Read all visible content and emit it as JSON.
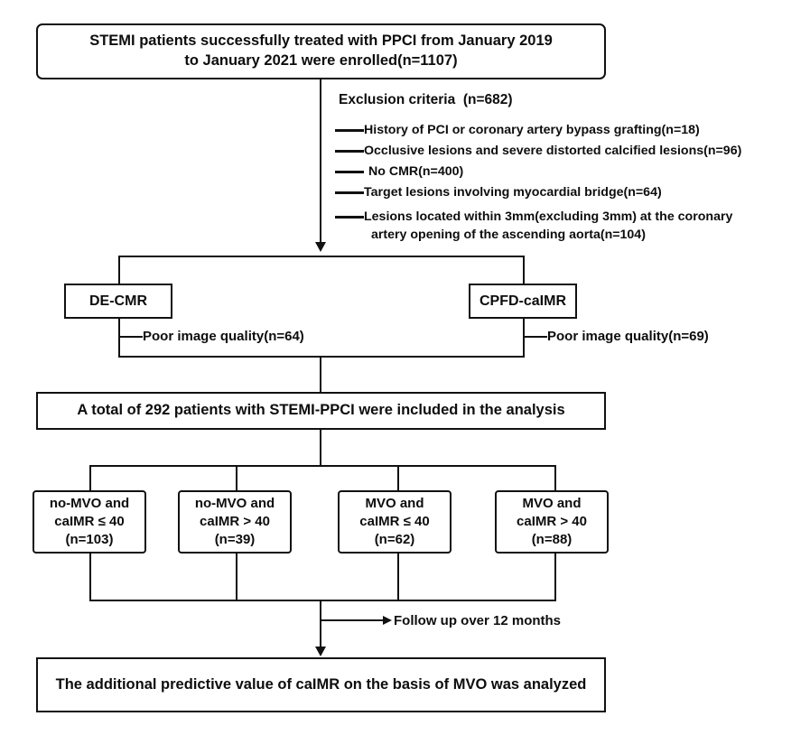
{
  "diagram": {
    "title": "STEMI-PPCI patient enrollment and analysis flowchart",
    "colors": {
      "line": "#111111",
      "text": "#0d0d0d",
      "background": "#ffffff"
    },
    "enrollment_box": {
      "line1": "STEMI patients successfully treated with PPCI from January 2019",
      "line2": "to January 2021 were enrolled(n=1107)"
    },
    "exclusion": {
      "title": "Exclusion criteria  (n=682)",
      "items": [
        {
          "line1": "History of PCI or coronary artery bypass grafting(n=18)",
          "line2": ""
        },
        {
          "line1": "Occlusive lesions and severe distorted calcified lesions(n=96)",
          "line2": ""
        },
        {
          "line1": "No CMR(n=400)",
          "line2": ""
        },
        {
          "line1": "Target lesions involving myocardial bridge(n=64)",
          "line2": ""
        },
        {
          "line1": "Lesions located within 3mm(excluding 3mm) at the coronary",
          "line2": "artery opening of the ascending aorta(n=104)"
        }
      ]
    },
    "modality_left": {
      "label": "DE-CMR",
      "exclusion": "Poor image quality(n=64)"
    },
    "modality_right": {
      "label": "CPFD-caIMR",
      "exclusion": "Poor image quality(n=69)"
    },
    "included_box": {
      "text": "A total of 292 patients with STEMI-PPCI were included in the analysis"
    },
    "groups": [
      {
        "line1": "no-MVO and",
        "line2": "caIMR ≤ 40",
        "line3": "(n=103)"
      },
      {
        "line1": "no-MVO and",
        "line2": "caIMR  >  40",
        "line3": "(n=39)"
      },
      {
        "line1": "MVO and",
        "line2": "caIMR ≤ 40",
        "line3": "(n=62)"
      },
      {
        "line1": "MVO and",
        "line2": "caIMR  >  40",
        "line3": "(n=88)"
      }
    ],
    "followup": {
      "label": "Follow up over 12 months"
    },
    "conclusion_box": {
      "text": "The additional predictive value of caIMR on the basis of MVO was analyzed"
    }
  }
}
